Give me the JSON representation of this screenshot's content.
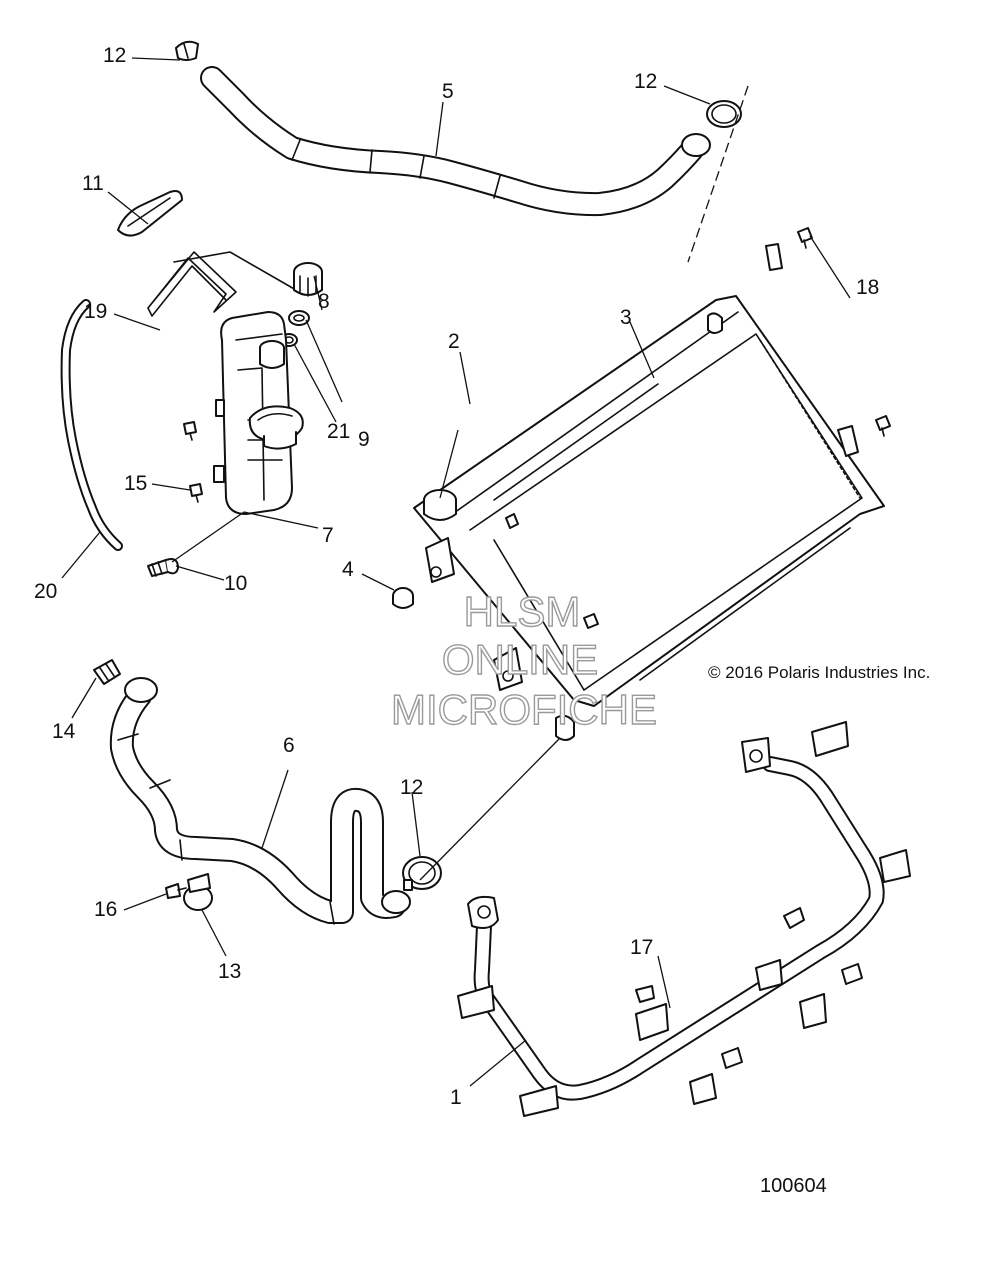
{
  "diagram": {
    "copyright": "© 2016 Polaris Industries Inc.",
    "document_number": "100604",
    "watermark": {
      "line1": "HLSM",
      "line2": "ONLINE",
      "line3": "MICROFICHE"
    },
    "callouts": {
      "c1": "1",
      "c2": "2",
      "c3": "3",
      "c4": "4",
      "c5": "5",
      "c6": "6",
      "c7": "7",
      "c8": "8",
      "c9": "9",
      "c10": "10",
      "c11": "11",
      "c12a": "12",
      "c12b": "12",
      "c12c": "12",
      "c13": "13",
      "c14": "14",
      "c15": "15",
      "c16": "16",
      "c17": "17",
      "c18": "18",
      "c19": "19",
      "c20": "20",
      "c21": "21"
    }
  }
}
